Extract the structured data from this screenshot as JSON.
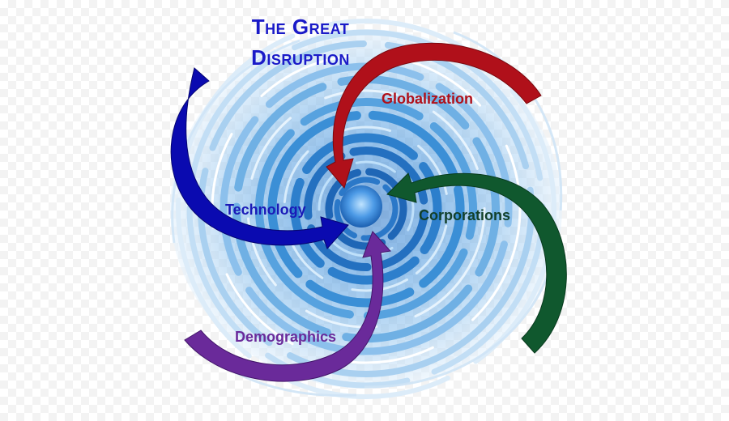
{
  "title": {
    "line1": "The Great",
    "line2": "Disruption"
  },
  "forces": [
    {
      "key": "globalization",
      "label": "Globalization",
      "color": "#b0101a"
    },
    {
      "key": "technology",
      "label": "Technology",
      "color": "#0a0ab0"
    },
    {
      "key": "corporations",
      "label": "Corporations",
      "color": "#10582e"
    },
    {
      "key": "demographics",
      "label": "Demographics",
      "color": "#6a2a9a"
    }
  ],
  "vortex": {
    "ring_colors": [
      "#d7e9f8",
      "#a9d0f0",
      "#6fb0e4",
      "#3b8fd6",
      "#1f6fc1"
    ],
    "center_color": "#3f8fe0"
  }
}
